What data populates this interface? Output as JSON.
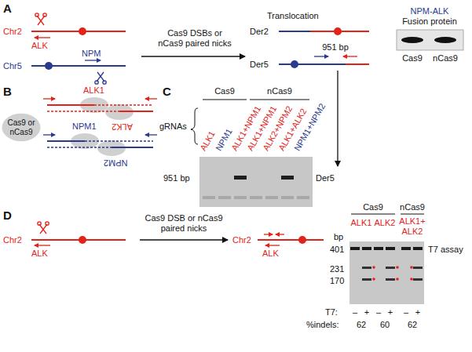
{
  "diagram": {
    "nodes": [
      {
        "text": [
          "Cas9 or nCas9"
        ]
      }
    ],
    "labels": [
      "A",
      "Chr2",
      "ALK",
      "Chr5",
      "NPM",
      "Cas9 DSBs or nCas9 paired nicks",
      "Translocation",
      "Der2",
      "Der5",
      "951 bp",
      "NPM-ALK",
      "Fusion protein",
      "Cas9",
      "nCas9",
      "B",
      "ALK1",
      "ALK2",
      "NPM1",
      "NPM2",
      "C",
      "Cas9",
      "nCas9",
      "gRNAs",
      "ALK1",
      "NPM1",
      "ALK1+NPM1",
      "ALK1+NPM1",
      "ALK2+NPM2",
      "ALK1+ALK2",
      "NPM1+NPM2",
      "951 bp",
      "Der5",
      "D",
      "Chr2",
      "ALK",
      "Cas9 DSB or nCas9 paired nicks",
      "Chr2",
      "ALK",
      "Cas9",
      "nCas9",
      "ALK1",
      "ALK2",
      "ALK1+ ALK2",
      "bp",
      "401",
      "231",
      "170",
      "T7 assay",
      "T7:",
      "–",
      "+",
      "–",
      "+",
      "–",
      "+",
      "%indels:",
      "62",
      "60",
      "62"
    ]
  }
}
